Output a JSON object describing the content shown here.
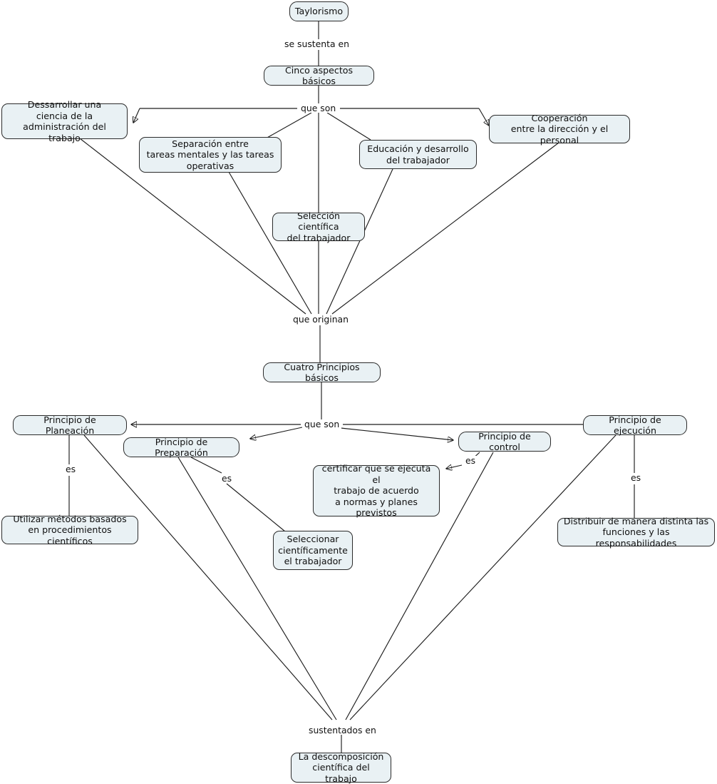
{
  "diagram": {
    "title": "Taylorismo",
    "background": "#ffffff",
    "node_fill": "#e9f1f4",
    "node_stroke": "#2b2b2b",
    "edge_color": "#1d1d1d",
    "nodes": [
      {
        "id": "taylorismo",
        "text": "Taylorismo"
      },
      {
        "id": "cinco-aspectos",
        "text": "Cinco aspectos básicos"
      },
      {
        "id": "desarrollar",
        "text": "Dessarrollar una\nciencia de la\nadministración del trabajo"
      },
      {
        "id": "separacion",
        "text": "Separación entre\ntareas mentales  y las tareas\noperativas"
      },
      {
        "id": "educacion",
        "text": "Educación y desarrollo\ndel trabajador"
      },
      {
        "id": "cooperacion",
        "text": "Cooperación\nentre la dirección y el personal"
      },
      {
        "id": "seleccion-cient",
        "text": "Selección científica\ndel trabajador"
      },
      {
        "id": "cuatro-principios",
        "text": "Cuatro Principios básicos"
      },
      {
        "id": "planeacion",
        "text": "Principio de Planeación"
      },
      {
        "id": "preparacion",
        "text": "Principio de Preparación"
      },
      {
        "id": "control",
        "text": "Principio de control"
      },
      {
        "id": "ejecucion",
        "text": "Principio de ejecución"
      },
      {
        "id": "utilizar-metodos",
        "text": "Utilizar métodos basados\nen procedimientos científicos"
      },
      {
        "id": "seleccionar",
        "text": "Seleccionar\ncientíficamente\nel trabajador"
      },
      {
        "id": "certificar",
        "text": "certificar que se ejecuta el\ntrabajo de acuerdo\na normas y planes\nprevistos"
      },
      {
        "id": "distribuir",
        "text": "Distribuir de manera distinta las\nfunciones y las responsabilidades"
      },
      {
        "id": "descomposicion",
        "text": "La descomposición\ncientífica del trabajo"
      }
    ],
    "link_labels": [
      {
        "id": "se-sustenta-en",
        "text": "se sustenta en"
      },
      {
        "id": "que-son-top",
        "text": "que son"
      },
      {
        "id": "que-originan",
        "text": "que originan"
      },
      {
        "id": "que-son-bottom",
        "text": "que son"
      },
      {
        "id": "es-planeacion",
        "text": "es"
      },
      {
        "id": "es-preparacion",
        "text": "es"
      },
      {
        "id": "es-control",
        "text": "es"
      },
      {
        "id": "es-ejecucion",
        "text": "es"
      },
      {
        "id": "sustentados-en",
        "text": "sustentados en"
      }
    ]
  }
}
